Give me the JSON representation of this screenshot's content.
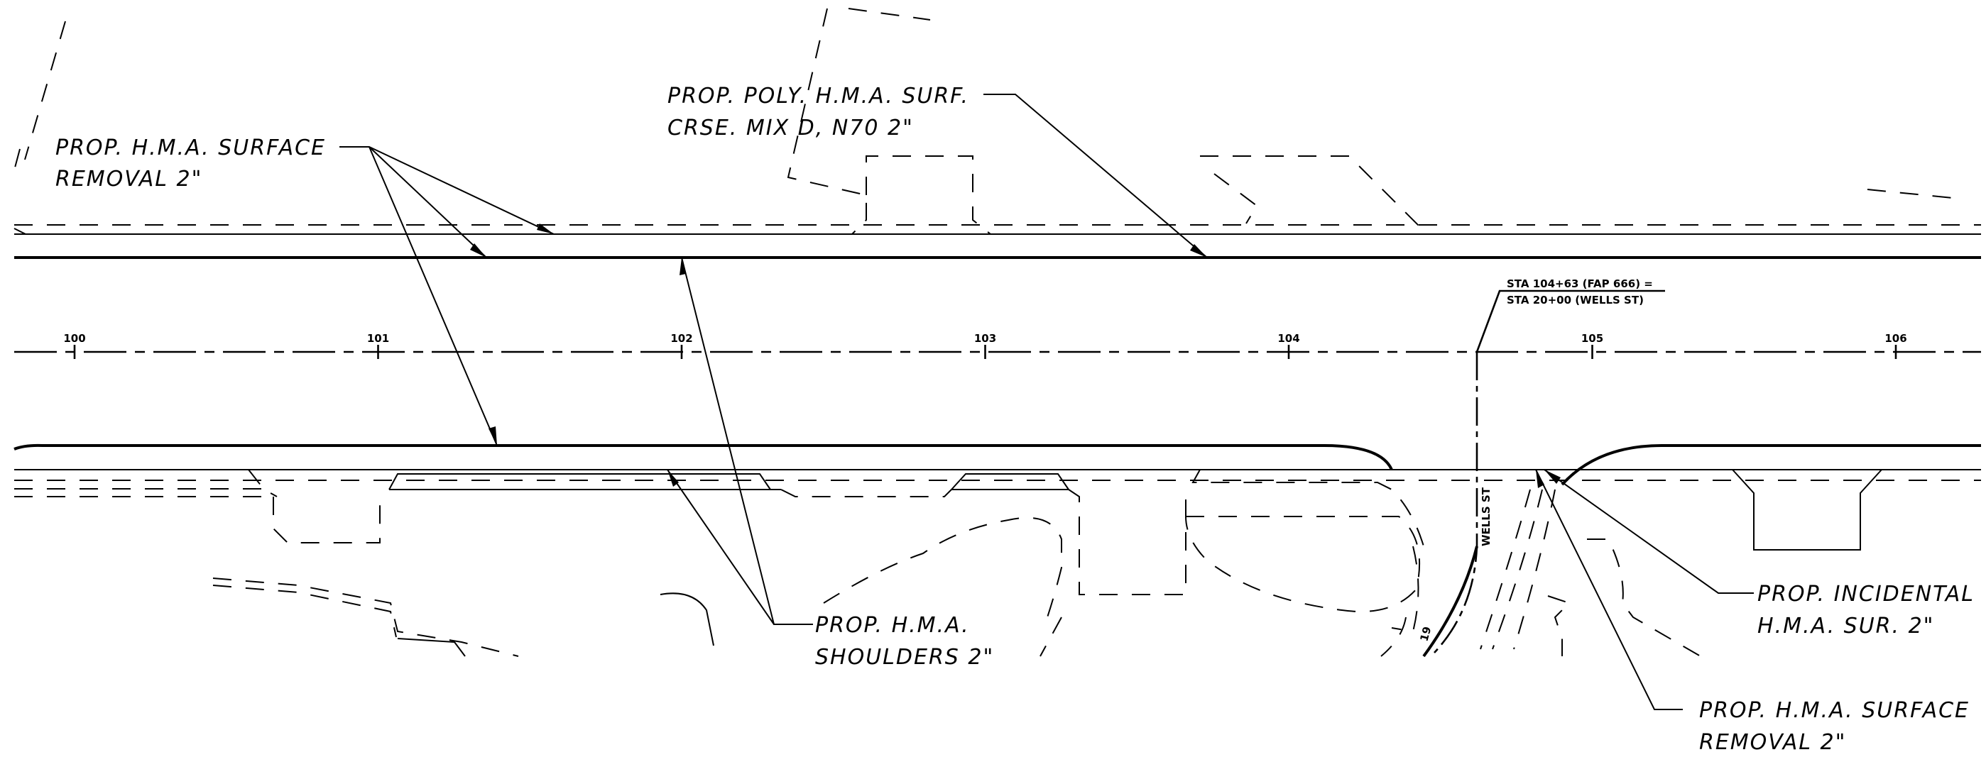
{
  "labels": {
    "surface_removal_top_l1": "PROP. H.M.A. SURFACE",
    "surface_removal_top_l2": "REMOVAL 2\"",
    "poly_surf_l1": "PROP. POLY. H.M.A. SURF.",
    "poly_surf_l2": "CRSE. MIX D, N70 2\"",
    "shoulders_l1": "PROP. H.M.A.",
    "shoulders_l2": "SHOULDERS 2\"",
    "incidental_l1": "PROP. INCIDENTAL",
    "incidental_l2": "H.M.A. SUR. 2\"",
    "surface_removal_bottom_l1": "PROP. H.M.A. SURFACE",
    "surface_removal_bottom_l2": "REMOVAL 2\""
  },
  "station_note": {
    "line1": "STA 104+63 (FAP 666) =",
    "line2": "STA 20+00 (WELLS ST)"
  },
  "street_name": "WELLS ST",
  "curb_mark": "19",
  "stations": [
    "100",
    "101",
    "102",
    "103",
    "104",
    "105",
    "106"
  ]
}
